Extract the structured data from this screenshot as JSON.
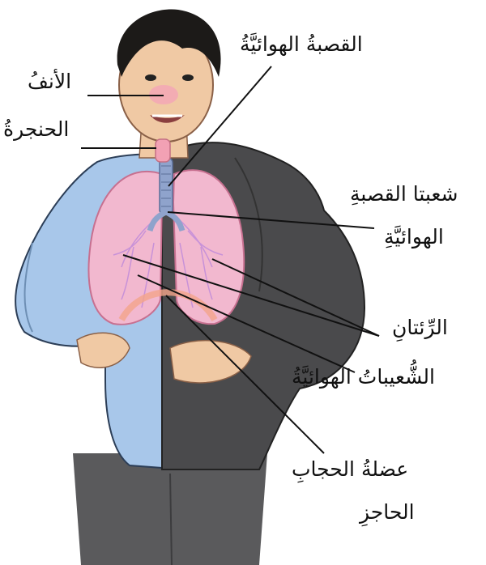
{
  "labels": {
    "nose": "الأنفُ",
    "larynx": "الحنجرةُ",
    "trachea": "القصبةُ الهوائيَّةُ",
    "bronchi_line1": "شعبتا القصبةِ",
    "bronchi_line2": "الهوائيَّةِ",
    "lungs": "الرِّئتانِ",
    "bronchioles": "الشُّعيباتُ الهوائيَّةُ",
    "diaphragm_line1": "عضلةُ الحجابِ",
    "diaphragm_line2": "الحاجزِ"
  },
  "colors": {
    "hair": "#1c1a18",
    "skin": "#f0c9a4",
    "jacket_blue": "#a8c7ea",
    "jacket_dark": "#4a4a4c",
    "pants": "#5a5a5c",
    "lung_pink": "#f2b8cf",
    "trachea_blue": "#8fa3cc",
    "leader_line": "#111111"
  }
}
